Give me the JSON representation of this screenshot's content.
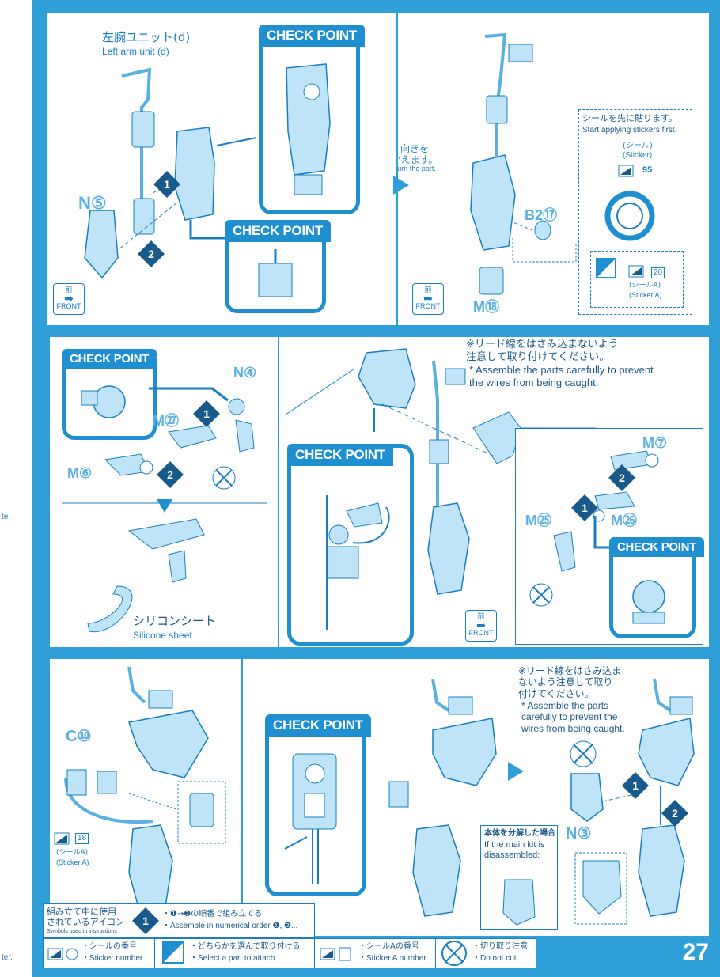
{
  "page_number": "27",
  "left_strip": {
    "frag1": "te.",
    "frag2": "ter."
  },
  "panel1": {
    "left_arm_jp": "左腕ユニット(d)",
    "left_arm_en": "Left arm unit (d)",
    "part_n5": "N⑤",
    "check_point": "CHECK POINT",
    "front_jp": "前",
    "front_en": "FRONT"
  },
  "panel2": {
    "turn_jp": "向きを\nかえます。",
    "turn_en": "Turn the part.",
    "sticker_first_jp": "シールを先に貼ります。",
    "sticker_first_en": "Start applying stickers first.",
    "sticker_jp": "(シール)",
    "sticker_en": "(Sticker)",
    "sticker_num": "95",
    "stickerA_jp": "(シールA)",
    "stickerA_en": "(Sticker A)",
    "stickerA_num": "20",
    "part_b2": "B2⑰",
    "part_m18": "M⑱",
    "front_jp": "前",
    "front_en": "FRONT"
  },
  "panel3": {
    "check_point": "CHECK POINT",
    "part_n4": "N④",
    "part_m27": "M㉗",
    "part_m6": "M⑥",
    "silicone_jp": "シリコンシート",
    "silicone_en": "Silicone sheet"
  },
  "panel4": {
    "warn_jp": "※リード線をはさみ込まないよう\n注意して取り付けてください。",
    "warn_en": "* Assemble the parts carefully to prevent\nthe wires from being caught.",
    "check_point": "CHECK POINT",
    "front_jp": "前",
    "front_en": "FRONT",
    "part_m7": "M⑦",
    "part_m25": "M㉕",
    "part_m26": "M㉖",
    "check_point_2": "CHECK POINT"
  },
  "panel5": {
    "part_c10": "C⑩",
    "stickerA_num": "18",
    "stickerA_jp": "(シールA)",
    "stickerA_en": "(Sticker A)"
  },
  "panel6": {
    "check_point": "CHECK POINT",
    "warn_jp": "※リード線をはさみ込ま\nないよう注意して取り\n付けてください。",
    "warn_en": "* Assemble the parts\ncarefully to prevent the\nwires from being caught.",
    "part_n3": "N③",
    "disasm_jp": "本体を分解した場合",
    "disasm_en": "If the main kit is\ndisassembled:"
  },
  "legend": {
    "title_jp": "組み立て中に使用\nされているアイコン",
    "title_en": "Symbols used in instructions",
    "order_jp": "・❶→❷の順番で組み立てる",
    "order_en": "・Assemble in numerical order ❶, ❷...",
    "sticker_jp": "・シールの番号",
    "sticker_en": "・Sticker number",
    "select_jp": "・どちらかを選んで取り付ける",
    "select_en": "・Select a part to attach.",
    "stickerA_jp": "・シールAの番号",
    "stickerA_en": "・Sticker A number",
    "nocut_jp": "・切り取り注意",
    "nocut_en": "・Do not cut."
  },
  "colors": {
    "accent": "#1f8fd0",
    "page_bg": "#2f9fd8",
    "part": "#bfe3f7"
  }
}
